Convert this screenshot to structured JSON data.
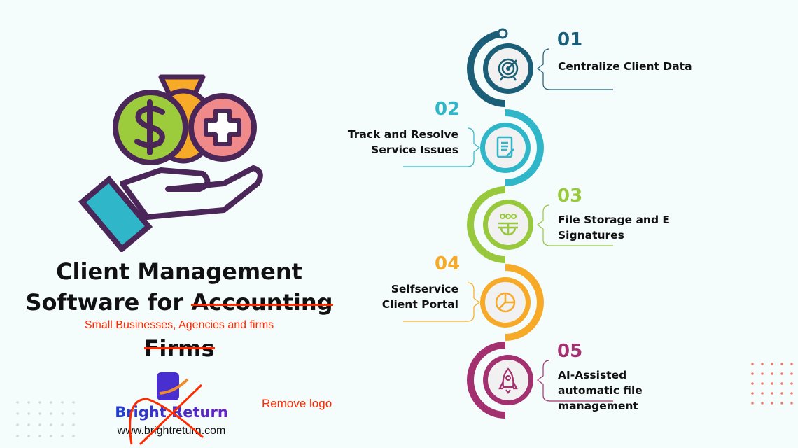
{
  "title": {
    "line1": "Client Management",
    "line2_prefix": "Software for ",
    "line2_struck": "Accounting",
    "line3_struck": "Firms"
  },
  "subtitle": "Small Businesses, Agencies and firms",
  "logo": {
    "brand": "Bright Return",
    "url": "www.brightreturn.com",
    "note": "Remove logo"
  },
  "steps": [
    {
      "number": "01",
      "label": "Centralize Client Data",
      "color": "#1b5e78",
      "icon": "target-icon"
    },
    {
      "number": "02",
      "label": "Track and Resolve Service Issues",
      "color": "#2fb7c9",
      "icon": "document-edit-icon"
    },
    {
      "number": "03",
      "label": "File Storage and E Signatures",
      "color": "#98c93c",
      "icon": "team-globe-icon"
    },
    {
      "number": "04",
      "label": "Selfservice Client Portal",
      "color": "#f7a928",
      "icon": "pie-chart-icon"
    },
    {
      "number": "05",
      "label": "AI-Assisted automatic file management",
      "color": "#a3316f",
      "icon": "rocket-icon"
    }
  ]
}
